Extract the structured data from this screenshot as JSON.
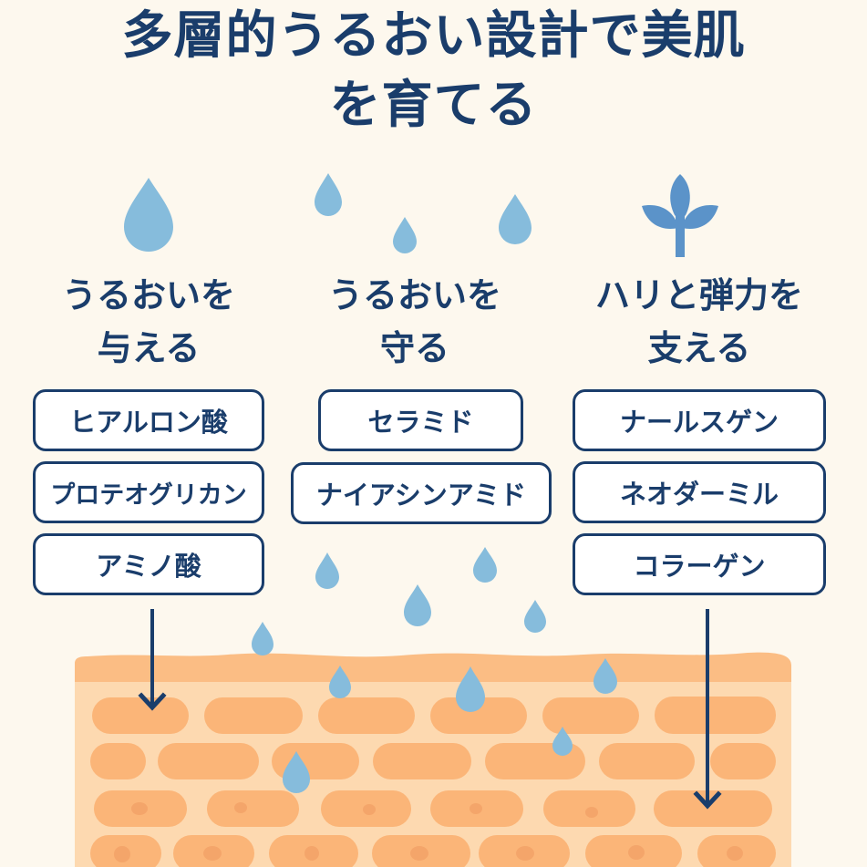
{
  "title": {
    "line1": "多層的うるおい設計で美肌",
    "line2": "を育てる"
  },
  "colors": {
    "background": "#fdf8ee",
    "navy": "#1a3d6b",
    "droplet": "#86bcdc",
    "leaf": "#5b93c9",
    "skin_band": "#fbbd84",
    "skin_base": "#fdd9b0",
    "cell": "#fbb578",
    "nucleus": "#f2a066"
  },
  "columns": [
    {
      "icon": "water-drop-icon",
      "heading_line1": "うるおいを",
      "heading_line2": "与える",
      "ingredients": [
        "ヒアルロン酸",
        "プロテオグリカン",
        "アミノ酸"
      ]
    },
    {
      "icon": "water-drops-icon",
      "heading_line1": "うるおいを",
      "heading_line2": "守る",
      "ingredients": [
        "セラミド",
        "ナイアシンアミド"
      ]
    },
    {
      "icon": "sprout-icon",
      "heading_line1": "ハリと弾力を",
      "heading_line2": "支える",
      "ingredients": [
        "ナールスゲン",
        "ネオダーミル",
        "コラーゲン"
      ]
    }
  ],
  "illustration": {
    "subject": "skin-layer-cross-section",
    "arrows": [
      "left-arrow-to-upper-layer",
      "right-arrow-to-deeper-layer"
    ]
  }
}
